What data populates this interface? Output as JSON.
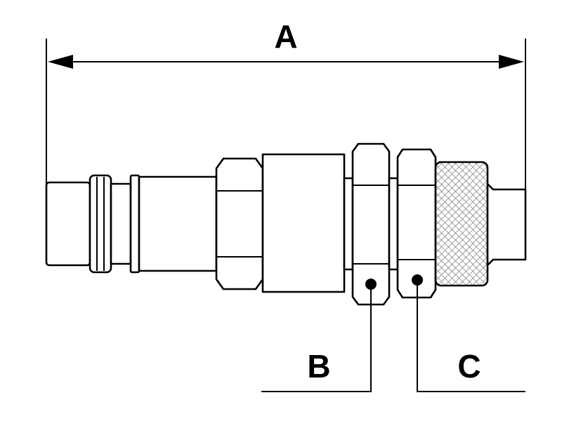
{
  "labels": {
    "overall_length": "A",
    "nut_1": "B",
    "nut_2": "C"
  },
  "colors": {
    "line": "#000000",
    "background": "#ffffff",
    "knurl": "#6e6e6e"
  }
}
